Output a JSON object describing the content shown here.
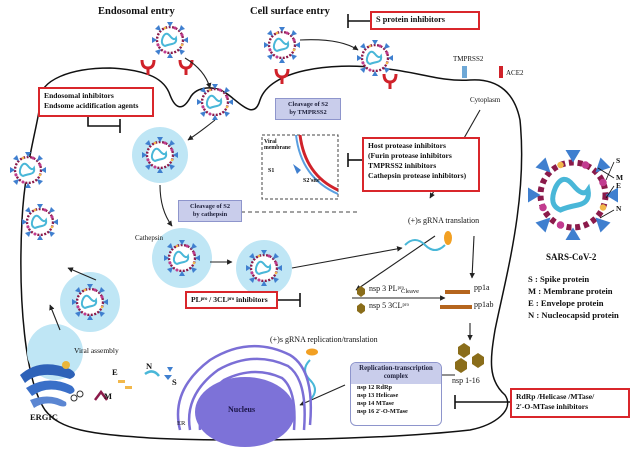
{
  "titles": {
    "endosomal_entry": "Endosomal entry",
    "cell_surface_entry": "Cell surface entry"
  },
  "inhibitor_boxes": {
    "s_protein": "S protein inhibitors",
    "endosomal": [
      "Endosomal inhibitors",
      "Endsome acidification agents"
    ],
    "host_protease": [
      "Host protease inhibitors",
      "(Furin protease inhibitors",
      "TMPRSS2 inhibitors",
      "Cathepsin protease inhibitors)"
    ],
    "pl_3cl": "PLᵖʳᵒ / 3CLᵖʳᵒ inhibitors",
    "rdrp": [
      "RdRp /Helicase /MTase/",
      "2'-O-MTase inhibitors"
    ]
  },
  "process_boxes": {
    "cleavage_tmprss2": [
      "Cleavage of S2",
      "by TMPRSS2"
    ],
    "cleavage_cathepsin": [
      "Cleavage of S2",
      "by cathepsin"
    ]
  },
  "replication_complex": {
    "title": [
      "Replication-transcription",
      "complex"
    ],
    "items": [
      "nsp 12 RdRp",
      "nsp 13 Helicase",
      "nsp 14 MTase",
      "nsp 16 2'-O-MTase"
    ]
  },
  "labels": {
    "tmprss2": "TMPRSS2",
    "ace2": "ACE2",
    "cytoplasm": "Cytoplasm",
    "viral_membrane": [
      "Viral",
      "membrane"
    ],
    "s1": "S1",
    "s2_site": "S2'site",
    "cathepsin": "Cathepsin",
    "gRNA_translation": "(+)s gRNA translation",
    "gRNA_replication": "(+)s gRNA  replication/translation",
    "nsp3": "nsp 3  PLᵖʳᵒ",
    "nsp5": "nsp 5  3CLᵖʳᵒ",
    "cleave": "Cleave",
    "pp1a": "pp1a",
    "pp1ab": "pp1ab",
    "nsp_1_16": "nsp 1-16",
    "viral_assembly": "Viral assembly",
    "ergic": "ERGIC",
    "er": "ER",
    "nucleus": "Nucleus",
    "e": "E",
    "n": "N",
    "s": "S",
    "m": "M"
  },
  "legend": {
    "virus_name": "SARS-CoV-2",
    "virion_labels": [
      "S",
      "M",
      "E",
      "N"
    ],
    "entries": [
      {
        "key": "S",
        "text": ": Spike protein"
      },
      {
        "key": "M",
        "text": ": Membrane protein"
      },
      {
        "key": "E",
        "text": ": Envelope protein"
      },
      {
        "key": "N",
        "text": ": Nucleocapsid protein"
      }
    ]
  },
  "colors": {
    "inhibitor_border": "#d9262b",
    "process_box": "#c9cdeb",
    "endosome": "#bfe6f5",
    "virus_envelope": "#8b1a4a",
    "spike": "#3f7fcf",
    "nucleus": "#7b6fd6",
    "nsp_hexagon": "#8a6d1a",
    "polyprotein": "#b5651d"
  }
}
